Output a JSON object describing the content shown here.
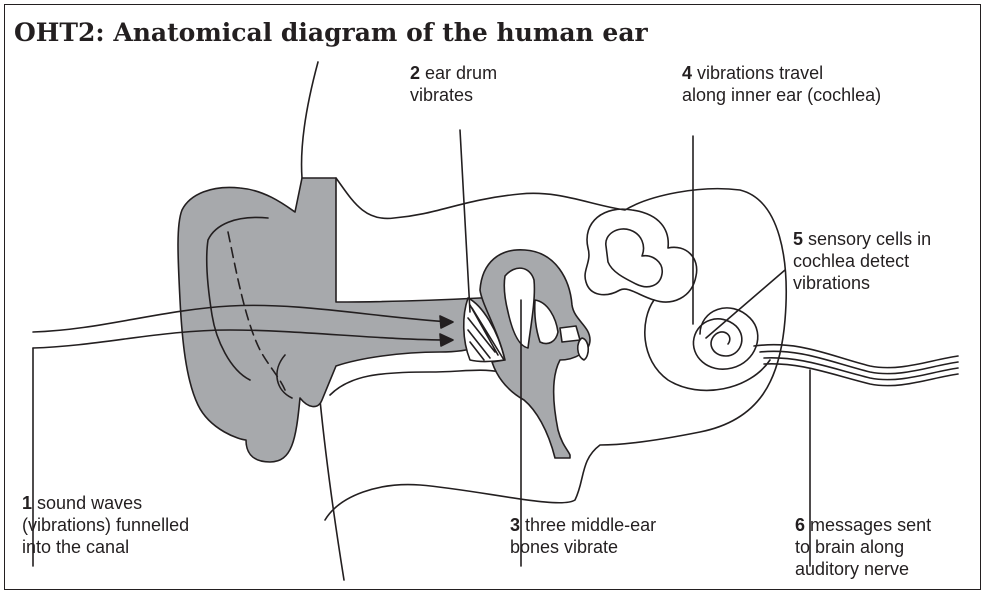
{
  "title": "OHT2: Anatomical diagram of the human ear",
  "colors": {
    "tissue_fill": "#a7a9ac",
    "line": "#231f20",
    "background": "#ffffff"
  },
  "labels": {
    "l1": {
      "number": "1",
      "lines": [
        "sound waves",
        "(vibrations) funnelled",
        "into the canal"
      ]
    },
    "l2": {
      "number": "2",
      "lines": [
        "ear drum",
        "vibrates"
      ]
    },
    "l3": {
      "number": "3",
      "lines": [
        "three middle-ear",
        "bones vibrate"
      ]
    },
    "l4": {
      "number": "4",
      "lines": [
        "vibrations travel",
        "along inner ear (cochlea)"
      ]
    },
    "l5": {
      "number": "5",
      "lines": [
        "sensory cells in",
        "cochlea detect",
        "vibrations"
      ]
    },
    "l6": {
      "number": "6",
      "lines": [
        "messages sent",
        "to brain along",
        "auditory nerve"
      ]
    }
  }
}
